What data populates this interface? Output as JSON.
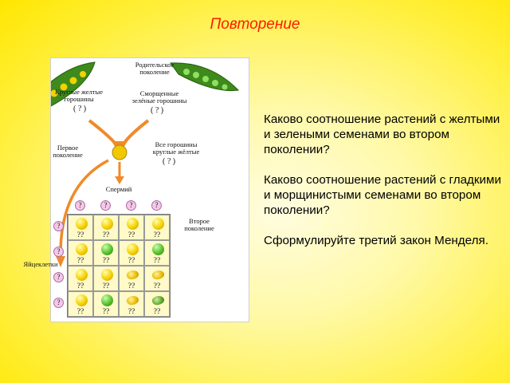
{
  "title": "Повторение",
  "figure": {
    "parental_generation": "Родительское\nпоколение",
    "round_yellow": "Круглые желтые\nгорошины",
    "round_yellow_q": "( ? )",
    "wrinkled_green": "Сморщенные\nзелёные горошины",
    "wrinkled_green_q": "( ? )",
    "first_generation": "Первое\nпоколение",
    "all_round_yellow": "Все горошины\nкруглые жёлтые",
    "all_round_yellow_q": "( ? )",
    "sperm": "Спермий",
    "second_generation": "Второе\nпоколение",
    "egg_cells": "Яйцеклетки",
    "gamete_q": "?",
    "cell_q": "??",
    "punnett": [
      [
        "yellow-round",
        "yellow-round",
        "yellow-round",
        "yellow-round"
      ],
      [
        "yellow-round",
        "green-round",
        "yellow-round",
        "green-round"
      ],
      [
        "yellow-round",
        "yellow-round",
        "yellow-wrinkled",
        "yellow-wrinkled"
      ],
      [
        "yellow-round",
        "green-round",
        "yellow-wrinkled",
        "green-wrinkled"
      ]
    ]
  },
  "questions": [
    "Каково соотношение растений с желтыми и зелеными семенами во втором поколении?",
    "Каково соотношение растений с гладкими и морщинистыми семенами во втором поколении?",
    "Сформулируйте третий закон Менделя."
  ],
  "colors": {
    "title": "#ff1a00",
    "background": "#ffef3a"
  }
}
